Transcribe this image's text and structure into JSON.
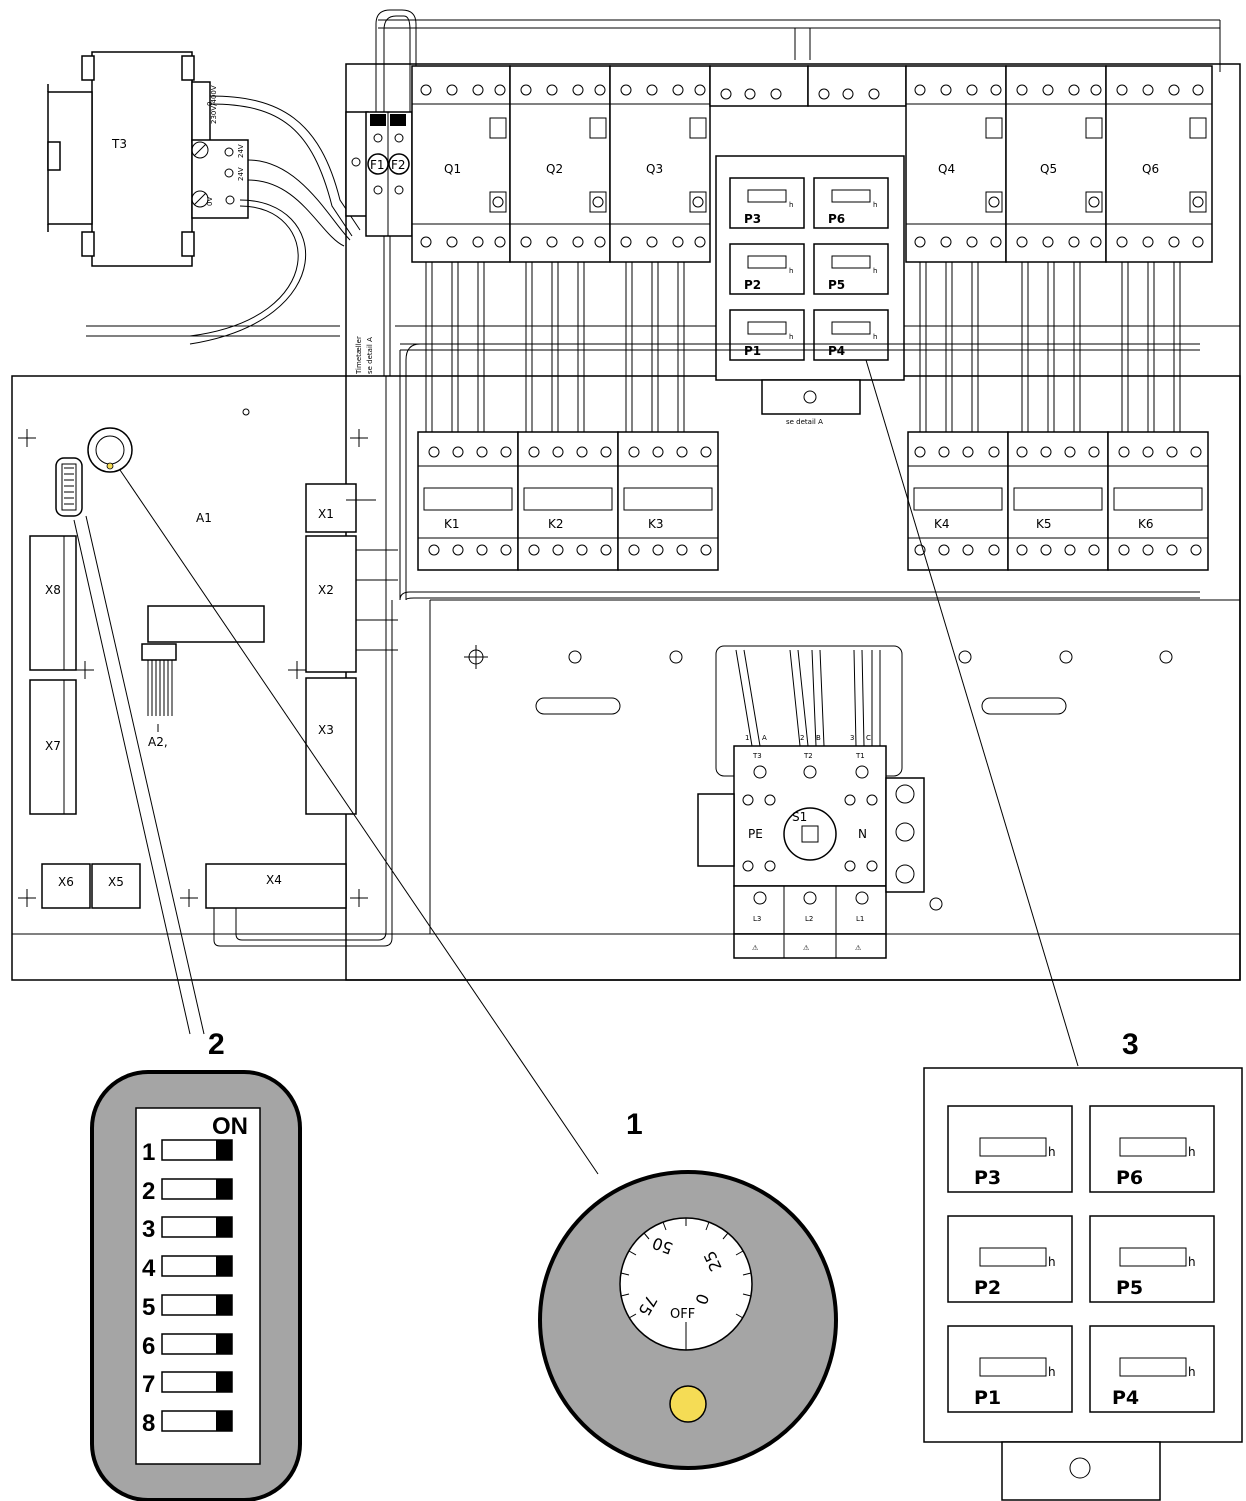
{
  "diagram": {
    "transformer": {
      "label": "T3",
      "terminals": [
        "230V/400V",
        "0",
        "24V",
        "24V",
        "0V"
      ]
    },
    "fuses": [
      "F1",
      "F2"
    ],
    "contactors_top": [
      "Q1",
      "Q2",
      "Q3",
      "Q4",
      "Q5",
      "Q6"
    ],
    "contactors_bottom": [
      "K1",
      "K2",
      "K3",
      "K4",
      "K5",
      "K6"
    ],
    "timer_side_label": [
      "Timetæller",
      "se detail A"
    ],
    "detail_note": "se detail A",
    "hour_meters": [
      "P3",
      "P6",
      "P2",
      "P5",
      "P1",
      "P4"
    ],
    "hour_unit": "h",
    "pcb": {
      "label": "A1",
      "connectors": [
        "X1",
        "X2",
        "X3",
        "X4",
        "X5",
        "X6",
        "X7",
        "X8"
      ],
      "a2_label": "A2,"
    },
    "main_switch": {
      "label": "S1",
      "pe": "PE",
      "n": "N",
      "top": [
        "T3",
        "T2",
        "T1"
      ],
      "top_phase": [
        "1",
        "A",
        "2",
        "B",
        "3",
        "C"
      ],
      "bottom": [
        "L3",
        "L2",
        "L1"
      ]
    }
  },
  "callouts": {
    "c1": "1",
    "c2": "2",
    "c3": "3"
  },
  "dip_switch": {
    "on_label": "ON",
    "switches": [
      "1",
      "2",
      "3",
      "4",
      "5",
      "6",
      "7",
      "8"
    ]
  },
  "thermostat": {
    "dial_labels": [
      "50",
      "25",
      "75",
      "OFF",
      "0"
    ],
    "indicator_color": "#f5dc55"
  },
  "timer_detail": {
    "meters": [
      "P3",
      "P6",
      "P2",
      "P5",
      "P1",
      "P4"
    ],
    "unit": "h"
  }
}
